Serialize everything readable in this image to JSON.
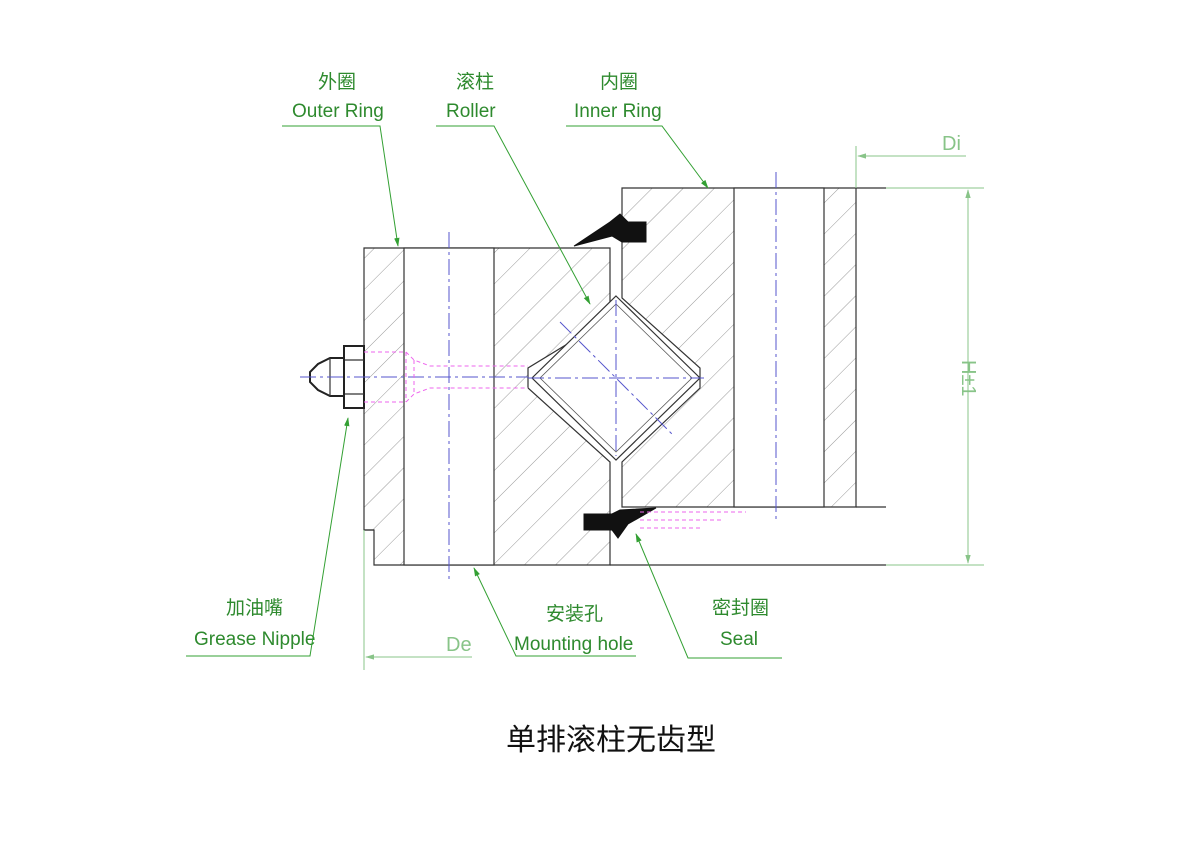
{
  "labels": {
    "outer_ring_cn": "外圈",
    "outer_ring_en": "Outer Ring",
    "roller_cn": "滚柱",
    "roller_en": "Roller",
    "inner_ring_cn": "内圈",
    "inner_ring_en": "Inner Ring",
    "grease_nipple_cn": "加油嘴",
    "grease_nipple_en": "Grease Nipple",
    "mounting_hole_cn": "安装孔",
    "mounting_hole_en": "Mounting hole",
    "seal_cn": "密封圈",
    "seal_en": "Seal"
  },
  "dimensions": {
    "di": "Di",
    "de": "De",
    "h": "H±1"
  },
  "title": "单排滚柱无齿型",
  "colors": {
    "label_green": "#2e8a2e",
    "dimension_green": "#88c488",
    "centerline_blue": "#5555cc",
    "hidden_magenta": "#ee66ee",
    "outline": "#333333"
  }
}
